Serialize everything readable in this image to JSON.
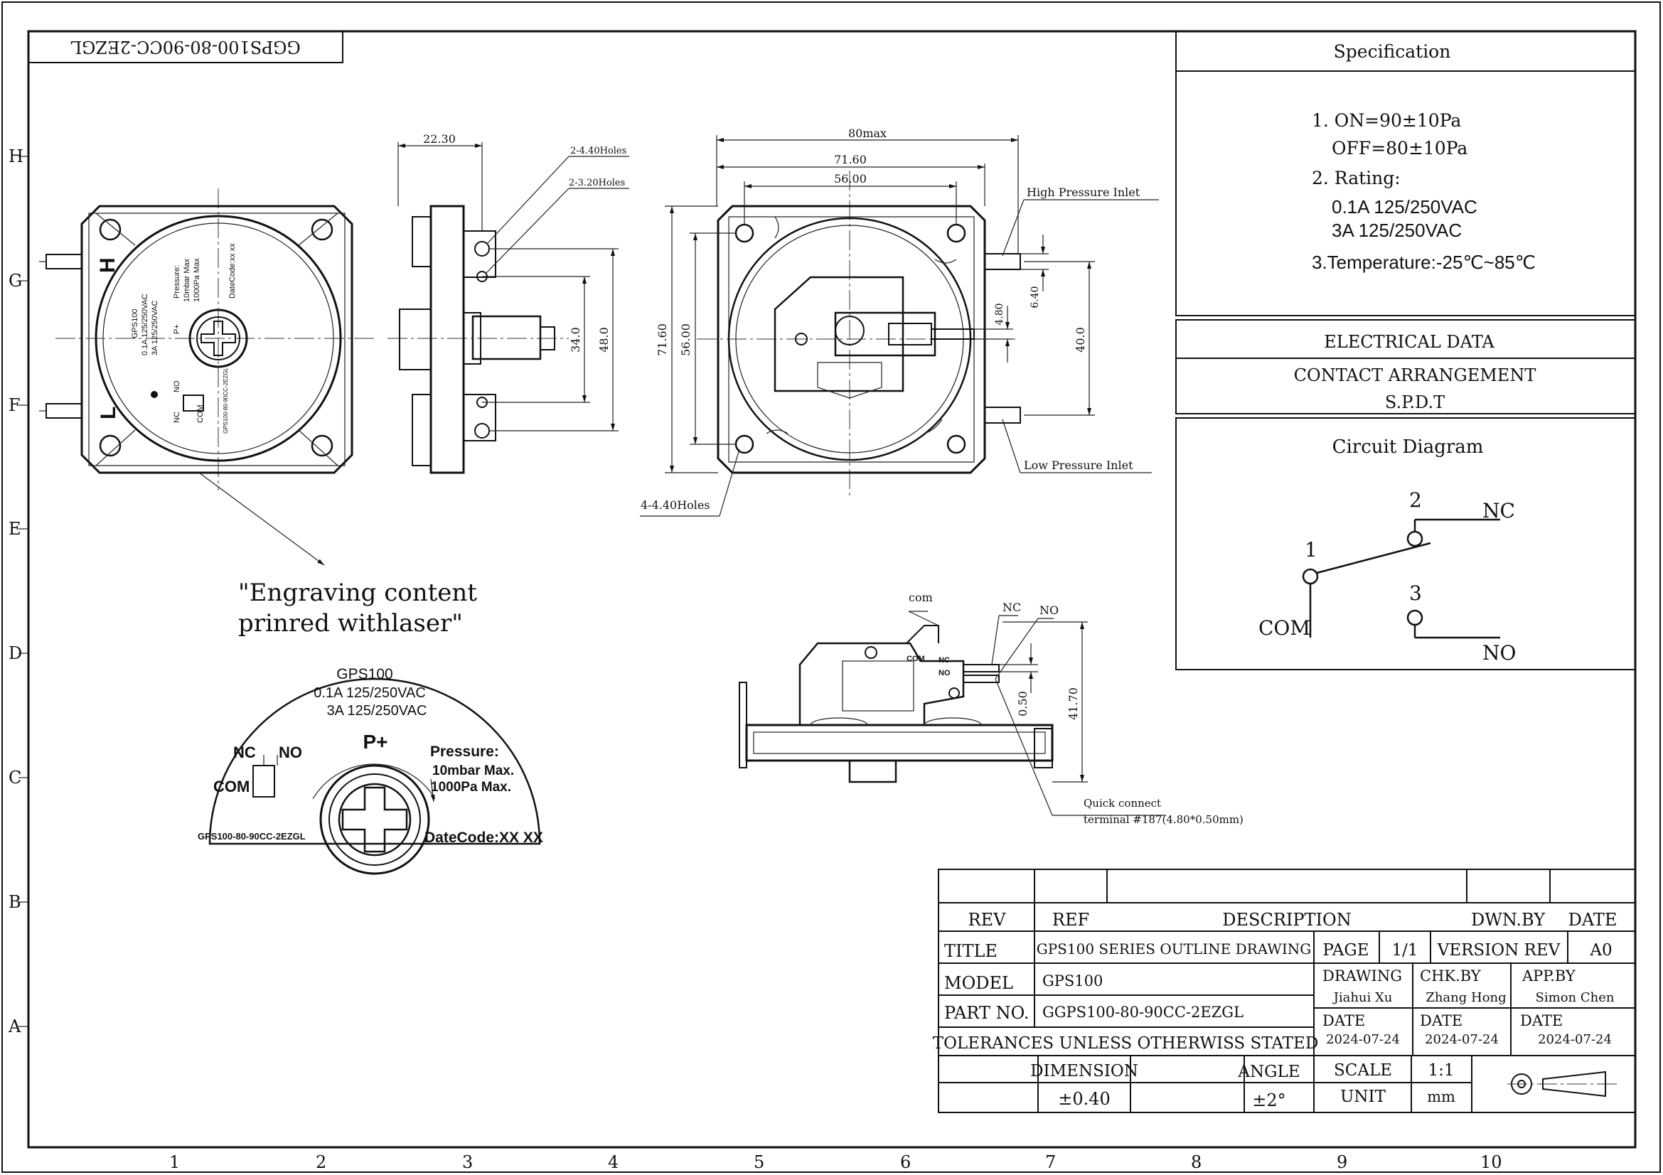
{
  "drawing_title_flipped": "GGPS100-80-90CC-2EZGL",
  "frame": {
    "rows": [
      "H",
      "G",
      "F",
      "E",
      "D",
      "C",
      "B",
      "A"
    ],
    "cols": [
      "1",
      "2",
      "3",
      "4",
      "5",
      "6",
      "7",
      "8",
      "9",
      "10"
    ]
  },
  "specification": {
    "heading": "Specification",
    "line1": "1. ON=90±10Pa",
    "line1b": "OFF=80±10Pa",
    "line2": "2. Rating:",
    "line2a": "0.1A 125/250VAC",
    "line2b": "3A 125/250VAC",
    "line3": "3.Temperature:-25℃~85℃"
  },
  "electrical": {
    "heading": "ELECTRICAL DATA",
    "contact_label": "CONTACT ARRANGEMENT",
    "contact_value": "S.P.D.T"
  },
  "circuit": {
    "heading": "Circuit Diagram",
    "pin1": "1",
    "pin2": "2",
    "pin3": "3",
    "com": "COM",
    "nc": "NC",
    "no": "NO"
  },
  "front_view": {
    "label_h": "H",
    "label_l": "L",
    "text_model": "GPS100",
    "text_rating1": "0.1A 125/250VAC",
    "text_rating2": "3A 125/250VAC",
    "text_pressure": "Pressure:",
    "text_pressure1": "10mbar Max",
    "text_pressure2": "1000Pa Max",
    "text_pplus": "P+",
    "text_datecode": "DateCode:xx xx",
    "text_part": "GPS100-80-90CC-2EZGL",
    "text_nc": "NC",
    "text_no": "NO",
    "text_com": "COM"
  },
  "engraving_note": {
    "line1": "\"Engraving content",
    "line2": "prinred withlaser\""
  },
  "label_plate": {
    "model": "GPS100",
    "rating1": "0.1A 125/250VAC",
    "rating2": "3A 125/250VAC",
    "nc": "NC",
    "no": "NO",
    "com": "COM",
    "pplus": "P+",
    "pressure": "Pressure:",
    "pressure1": "10mbar Max.",
    "pressure2": "1000Pa Max.",
    "part": "GPS100-80-90CC-2EZGL",
    "datecode": "DateCode:XX XX"
  },
  "side_view": {
    "dim_22_30": "22.30",
    "holes_440": "2-4.40Holes",
    "holes_320": "2-3.20Holes",
    "dim_34": "34.0",
    "dim_48": "48.0"
  },
  "top_view": {
    "dim_80max": "80max",
    "dim_71_60_h": "71.60",
    "dim_56_h": "56.00",
    "dim_71_60_v": "71.60",
    "dim_56_v": "56.00",
    "dim_4_80": "4.80",
    "dim_6_40": "6.40",
    "dim_40": "40.0",
    "high_inlet": "High Pressure Inlet",
    "low_inlet": "Low Pressure Inlet",
    "holes_4": "4-4.40Holes"
  },
  "bottom_view": {
    "com": "com",
    "nc": "NC",
    "no": "NO",
    "small_com": "COM",
    "small_nc": "NC",
    "small_no": "NO",
    "dim_0_50": "0.50",
    "dim_41_70": "41.70",
    "quick1": "Quick connect",
    "quick2": "terminal #187(4.80*0.50mm)"
  },
  "title_block": {
    "rev": "REV",
    "ref": "REF",
    "description": "DESCRIPTION",
    "dwn_by": "DWN.BY",
    "date": "DATE",
    "title_label": "TITLE",
    "title_value": "GPS100 SERIES OUTLINE DRAWING",
    "page_label": "PAGE",
    "page_value": "1/1",
    "version_label": "VERSION REV",
    "version_value": "A0",
    "model_label": "MODEL",
    "model_value": "GPS100",
    "drawing_label": "DRAWING",
    "drawing_value": "Jiahui Xu",
    "chk_label": "CHK.BY",
    "chk_value": "Zhang Hong",
    "app_label": "APP.BY",
    "app_value": "Simon Chen",
    "part_label": "PART NO.",
    "part_value": "GGPS100-80-90CC-2EZGL",
    "date1_label": "DATE",
    "date1_value": "2024-07-24",
    "date2_label": "DATE",
    "date2_value": "2024-07-24",
    "date3_label": "DATE",
    "date3_value": "2024-07-24",
    "tolerance": "TOLERANCES UNLESS OTHERWISS STATED",
    "dimension_label": "DIMENSION",
    "angle_label": "ANGLE",
    "scale_label": "SCALE",
    "scale_value": "1:1",
    "dimension_value": "±0.40",
    "angle_value": "±2°",
    "unit_label": "UNIT",
    "unit_value": "mm"
  }
}
